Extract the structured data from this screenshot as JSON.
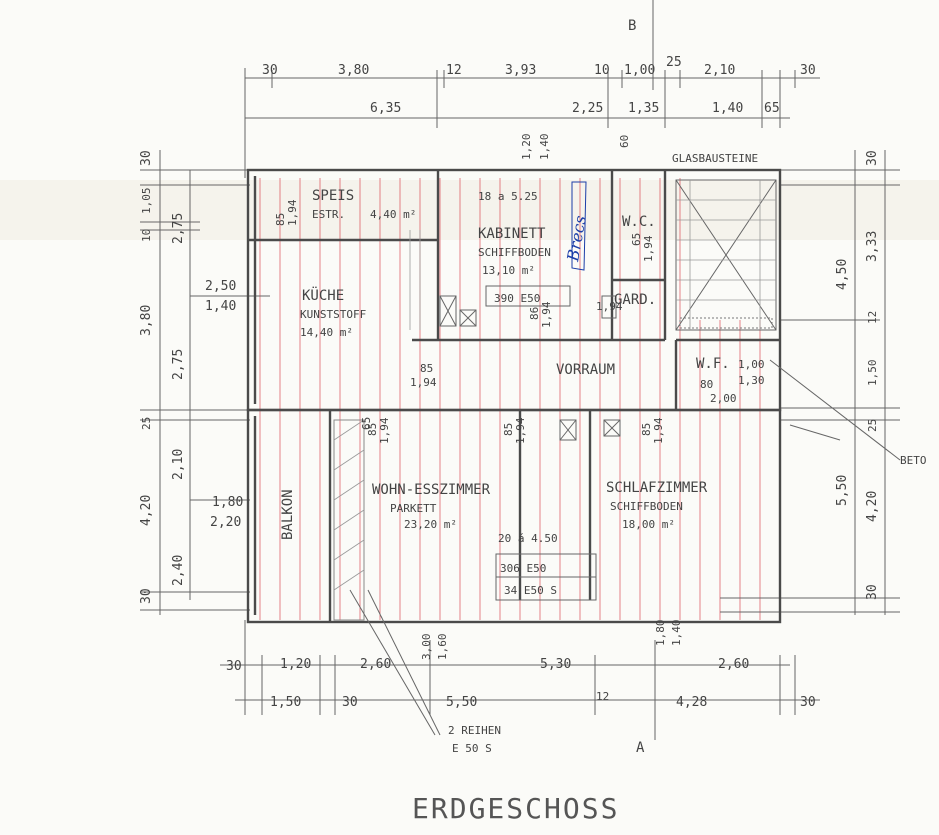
{
  "sheet_title": "ERDGESCHOSS",
  "rooms": {
    "speis": {
      "name": "SPEIS",
      "floor": "ESTR.",
      "area": "4,40 m²"
    },
    "kabinett": {
      "name": "KABINETT",
      "floor": "SCHIFFBODEN",
      "area": "13,10 m²",
      "tile_note": "18 a 5.25"
    },
    "wc": {
      "name": "W.C."
    },
    "kueche": {
      "name": "KÜCHE",
      "floor": "KUNSTSTOFF",
      "area": "14,40 m²"
    },
    "gard": {
      "name": "GARD."
    },
    "vorraum": {
      "name": "VORRAUM"
    },
    "wf": {
      "name": "W.F.",
      "dim1": "1,00",
      "dim2": "1,30"
    },
    "wohn": {
      "name": "WOHN-ESSZIMMER",
      "floor": "PARKETT",
      "area": "23,20 m²",
      "tile_note": "20 á 4.50"
    },
    "schlaf": {
      "name": "SCHLAFZIMMER",
      "floor": "SCHIFFBODEN",
      "area": "18,00 m²"
    },
    "balkon": {
      "name": "BALKON"
    }
  },
  "blue_note": "Brecs",
  "labels": {
    "glasbausteine": "GLASBAUSTEINE",
    "beto": "BETO",
    "zwei_reihen": "2 REIHEN",
    "e50": "E 50 S",
    "e390": "390 E50",
    "e306": "306 E50",
    "e34": "34 E50 S",
    "section_top": "B",
    "section_bottom": "A"
  },
  "dims_top_row1": [
    "30",
    "3,80",
    "12",
    "3,93",
    "10",
    "1,00",
    "25",
    "2,10",
    "30"
  ],
  "dims_top_row2": [
    "6,35",
    "2,25",
    "1,35",
    "1,40",
    "65"
  ],
  "dims_top_vertical": [
    "1,20",
    "1,40",
    "60"
  ],
  "dims_left": [
    "30",
    "1,05",
    "10",
    "2,75",
    "3,80",
    "2,75",
    "25",
    "2,10",
    "4,20",
    "2,40",
    "30"
  ],
  "dims_left_inner": [
    "2,50",
    "1,40",
    "1,80",
    "2,20"
  ],
  "dims_right": [
    "30",
    "3,33",
    "4,50",
    "12",
    "1,50",
    "25",
    "5,50",
    "4,20",
    "30"
  ],
  "dims_bottom_row1": [
    "30",
    "1,20",
    "2,60",
    "3,00",
    "1,60",
    "5,30",
    "1,80",
    "1,40",
    "2,60"
  ],
  "dims_bottom_row2": [
    "1,50",
    "30",
    "5,50",
    "12",
    "4,28",
    "30"
  ],
  "door_dims": [
    "85",
    "1,94",
    "85",
    "1,94",
    "85",
    "1,94",
    "85",
    "1,94",
    "86",
    "1,94",
    "65",
    "1,94",
    "85",
    "1,94",
    "65",
    "1,94",
    "80",
    "2,00"
  ]
}
